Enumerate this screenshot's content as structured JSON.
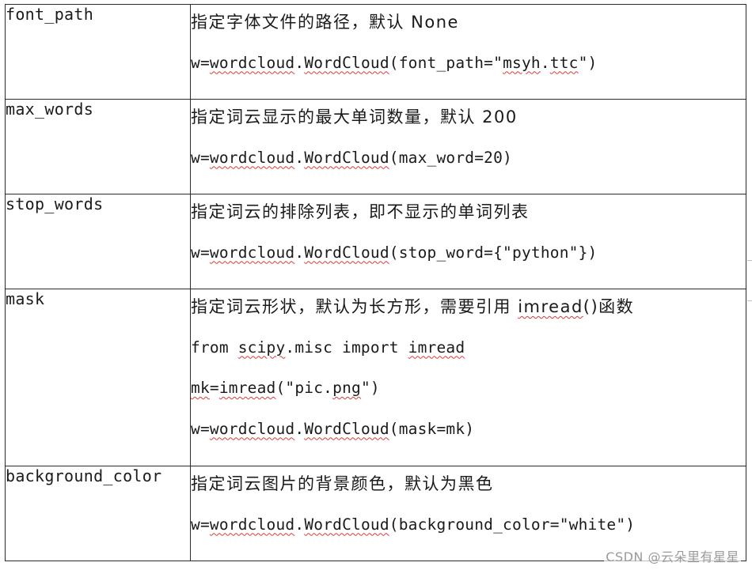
{
  "table": {
    "rows": [
      {
        "param": "font_path",
        "desc_lines": [
          {
            "style": "zh",
            "segments": [
              {
                "text": "指定字体文件的路径，默认 None"
              }
            ]
          },
          {
            "style": "code",
            "segments": [
              {
                "text": "w="
              },
              {
                "text": "wordcloud",
                "squiggle": true
              },
              {
                "text": "."
              },
              {
                "text": "WordCloud",
                "squiggle": true
              },
              {
                "text": "(font_path=\""
              },
              {
                "text": "msyh",
                "squiggle": true
              },
              {
                "text": "."
              },
              {
                "text": "ttc",
                "squiggle": true
              },
              {
                "text": "\")"
              }
            ]
          }
        ]
      },
      {
        "param": "max_words",
        "desc_lines": [
          {
            "style": "zh",
            "segments": [
              {
                "text": "指定词云显示的最大单词数量，默认 200"
              }
            ]
          },
          {
            "style": "code",
            "segments": [
              {
                "text": "w="
              },
              {
                "text": "wordcloud",
                "squiggle": true
              },
              {
                "text": "."
              },
              {
                "text": "WordCloud",
                "squiggle": true
              },
              {
                "text": "(max_word=20)"
              }
            ]
          }
        ]
      },
      {
        "param": "stop_words",
        "desc_lines": [
          {
            "style": "zh",
            "segments": [
              {
                "text": "指定词云的排除列表，即不显示的单词列表"
              }
            ]
          },
          {
            "style": "code",
            "segments": [
              {
                "text": "w="
              },
              {
                "text": "wordcloud",
                "squiggle": true
              },
              {
                "text": "."
              },
              {
                "text": "WordCloud",
                "squiggle": true
              },
              {
                "text": "(stop_word={\"python\"})"
              }
            ]
          }
        ]
      },
      {
        "param": "mask",
        "desc_lines": [
          {
            "style": "zh",
            "segments": [
              {
                "text": "指定词云形状，默认为长方形，需要引用 "
              },
              {
                "text": "imread",
                "squiggle": true
              },
              {
                "text": "()函数"
              }
            ]
          },
          {
            "style": "code",
            "segments": [
              {
                "text": "from "
              },
              {
                "text": "scipy",
                "squiggle": true
              },
              {
                "text": ".misc  import  "
              },
              {
                "text": "imread",
                "squiggle": true
              }
            ]
          },
          {
            "style": "code",
            "segments": [
              {
                "text": "mk",
                "squiggle": true
              },
              {
                "text": "="
              },
              {
                "text": "imread",
                "squiggle": true
              },
              {
                "text": "(\"pic."
              },
              {
                "text": "png",
                "squiggle": true
              },
              {
                "text": "\")"
              }
            ]
          },
          {
            "style": "code",
            "segments": [
              {
                "text": "w="
              },
              {
                "text": "wordcloud",
                "squiggle": true
              },
              {
                "text": "."
              },
              {
                "text": "WordCloud",
                "squiggle": true
              },
              {
                "text": "(mask=mk)"
              }
            ]
          }
        ]
      },
      {
        "param": "background_color",
        "desc_lines": [
          {
            "style": "zh",
            "segments": [
              {
                "text": "指定词云图片的背景颜色，默认为黑色"
              }
            ]
          },
          {
            "style": "code",
            "segments": [
              {
                "text": "w="
              },
              {
                "text": "wordcloud",
                "squiggle": true
              },
              {
                "text": "."
              },
              {
                "text": "WordCloud",
                "squiggle": true
              },
              {
                "text": "(background_color=\"white\")"
              }
            ]
          }
        ]
      }
    ]
  },
  "watermark": "CSDN @云朵里有星星",
  "colors": {
    "border": "#2b2b2b",
    "squiggle": "#d33b3b",
    "watermark": "#9a9a9a"
  }
}
